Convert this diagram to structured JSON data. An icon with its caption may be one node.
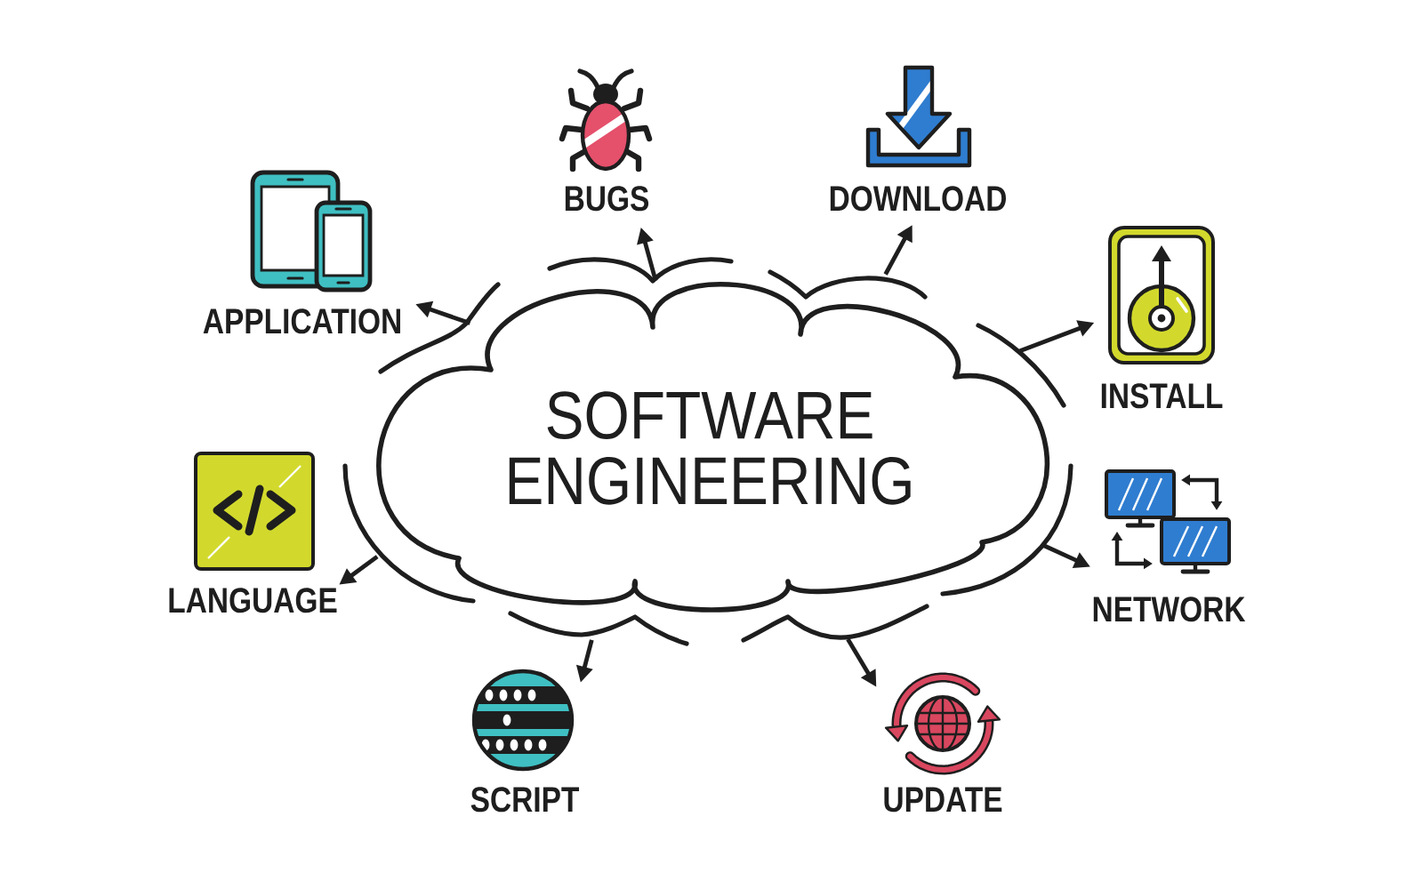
{
  "diagram": {
    "nodes": [
      {
        "text": [
          "SOFTWARE ENGINEERING"
        ]
      },
      {
        "text": [
          "BUGS"
        ]
      },
      {
        "text": [
          "DOWNLOAD"
        ]
      },
      {
        "text": [
          "APPLICATION"
        ]
      },
      {
        "text": [
          "INSTALL"
        ]
      },
      {
        "text": [
          "LANGUAGE"
        ]
      },
      {
        "text": [
          "NETWORK"
        ]
      },
      {
        "text": [
          "SCRIPT"
        ]
      },
      {
        "text": [
          "UPDATE"
        ]
      }
    ],
    "edges": [
      {
        "from": 0,
        "to": 1,
        "arrow": "to"
      },
      {
        "from": 0,
        "to": 2,
        "arrow": "to"
      },
      {
        "from": 0,
        "to": 3,
        "arrow": "to"
      },
      {
        "from": 0,
        "to": 4,
        "arrow": "to"
      },
      {
        "from": 0,
        "to": 5,
        "arrow": "to"
      },
      {
        "from": 0,
        "to": 6,
        "arrow": "to"
      },
      {
        "from": 0,
        "to": 7,
        "arrow": "to"
      },
      {
        "from": 0,
        "to": 8,
        "arrow": "to"
      }
    ]
  }
}
